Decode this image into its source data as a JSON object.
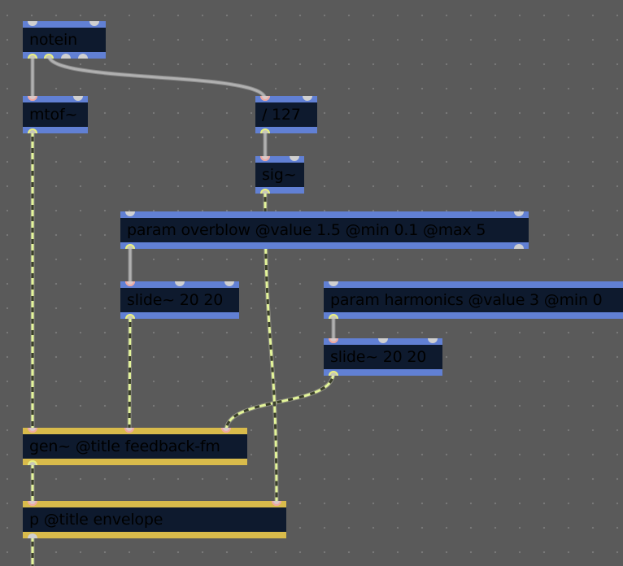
{
  "patcher": {
    "objects": [
      {
        "id": "notein",
        "text": "notein",
        "kind": "control",
        "inlets": 2,
        "outlets": 4
      },
      {
        "id": "mtof",
        "text": "mtof~",
        "kind": "control",
        "inlets": 2,
        "outlets": 1
      },
      {
        "id": "div127",
        "text": "/ 127",
        "kind": "control",
        "inlets": 2,
        "outlets": 1
      },
      {
        "id": "sig",
        "text": "sig~",
        "kind": "control",
        "inlets": 2,
        "outlets": 1
      },
      {
        "id": "param_overblow",
        "text": "param overblow @value 1.5 @min 0.1 @max 5",
        "kind": "control",
        "inlets": 2,
        "outlets": 2
      },
      {
        "id": "slide_left",
        "text": "slide~ 20 20",
        "kind": "control",
        "inlets": 3,
        "outlets": 1
      },
      {
        "id": "param_harmonics",
        "text": "param harmonics @value 3 @min 0",
        "kind": "control",
        "inlets": 2,
        "outlets": 2
      },
      {
        "id": "slide_right",
        "text": "slide~ 20 20",
        "kind": "control",
        "inlets": 3,
        "outlets": 1
      },
      {
        "id": "gen",
        "text": "gen~ @title feedback-fm",
        "kind": "subpatch",
        "inlets": 3,
        "outlets": 1
      },
      {
        "id": "envelope",
        "text": "p @title envelope",
        "kind": "subpatch",
        "inlets": 2,
        "outlets": 1
      }
    ],
    "connections": [
      {
        "from": "notein",
        "outlet": 0,
        "to": "mtof",
        "inlet": 0,
        "type": "control"
      },
      {
        "from": "notein",
        "outlet": 1,
        "to": "div127",
        "inlet": 0,
        "type": "control"
      },
      {
        "from": "div127",
        "outlet": 0,
        "to": "sig",
        "inlet": 0,
        "type": "control"
      },
      {
        "from": "param_overblow",
        "outlet": 0,
        "to": "slide_left",
        "inlet": 0,
        "type": "control"
      },
      {
        "from": "param_harmonics",
        "outlet": 0,
        "to": "slide_right",
        "inlet": 0,
        "type": "control"
      },
      {
        "from": "mtof",
        "outlet": 0,
        "to": "gen",
        "inlet": 0,
        "type": "signal"
      },
      {
        "from": "slide_left",
        "outlet": 0,
        "to": "gen",
        "inlet": 1,
        "type": "signal"
      },
      {
        "from": "slide_right",
        "outlet": 0,
        "to": "gen",
        "inlet": 2,
        "type": "signal"
      },
      {
        "from": "gen",
        "outlet": 0,
        "to": "envelope",
        "inlet": 0,
        "type": "signal"
      },
      {
        "from": "sig",
        "outlet": 0,
        "to": "envelope",
        "inlet": 1,
        "type": "signal"
      }
    ]
  },
  "colors": {
    "background": "#5a5a5a",
    "object_fill": "#0e1a2e",
    "object_border": "#6180d4",
    "subpatch_border": "#d9bb4b",
    "control_cord": "#b0b0b0",
    "signal_cord_dash": "#e4f59a",
    "signal_cord_dark": "#3a3f2a"
  }
}
